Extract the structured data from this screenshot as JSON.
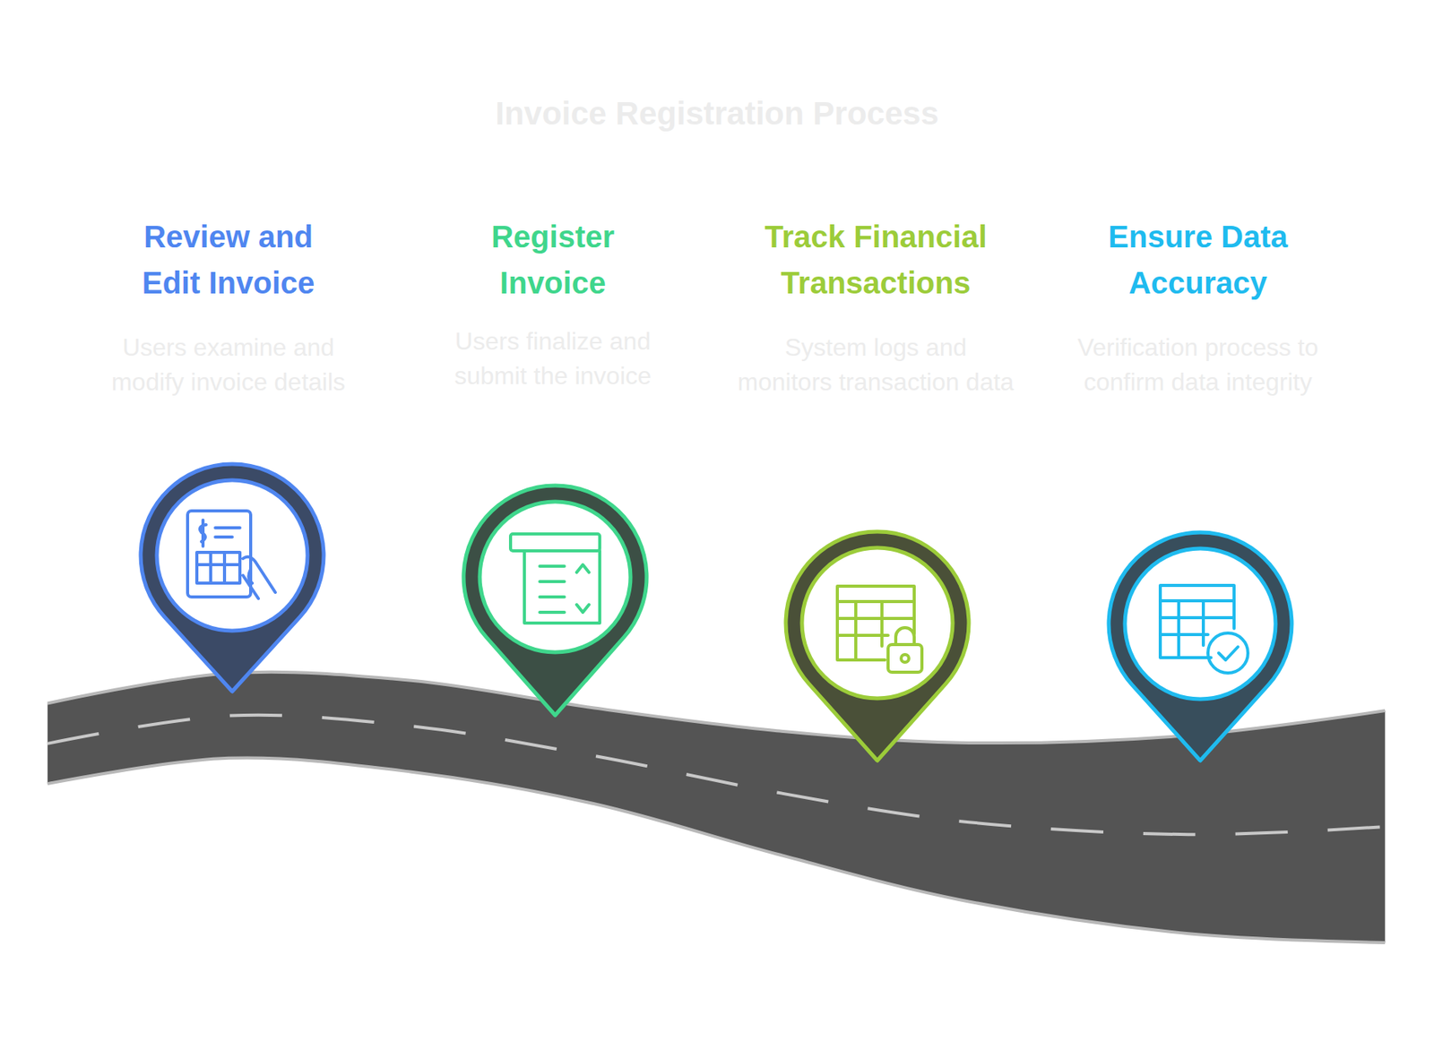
{
  "diagram": {
    "title": "Invoice Registration Process",
    "nodes": [
      {
        "text": [
          "Review and Edit Invoice",
          "Users examine and modify invoice details"
        ]
      },
      {
        "text": [
          "Register Invoice",
          "Users finalize and submit the invoice"
        ]
      },
      {
        "text": [
          "Track Financial Transactions",
          "System logs and monitors transaction data"
        ]
      },
      {
        "text": [
          "Ensure Data Accuracy",
          "Verification process to confirm data integrity"
        ]
      }
    ]
  }
}
